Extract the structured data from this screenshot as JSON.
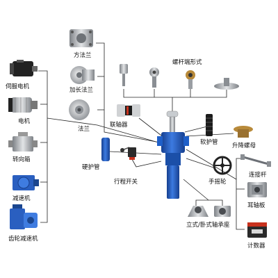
{
  "labels": {
    "square_flange": "方法兰",
    "extended_flange": "加长法兰",
    "flange": "法兰",
    "coupling": "联轴器",
    "protective_sleeve": "硬护管",
    "limit_switch": "行程开关",
    "servo_motor": "伺服电机",
    "motor": "电机",
    "reversing_box": "转向箱",
    "reducer": "减速机",
    "gear_reducer": "齿轮减速机",
    "screw_end_forms": "螺杆端形式",
    "bellows": "软护管",
    "lifting_nut": "升降螺母",
    "handwheel": "手摇轮",
    "connecting_rod": "连接杆",
    "ear_plate": "耳轴板",
    "bearing_seat": "立式/卧式轴承座",
    "counter": "计数器"
  },
  "colors": {
    "line": "#222222",
    "blue": "#1f5fc8",
    "blue_dark": "#163f8f",
    "steel": "#a9adb2",
    "steel_dark": "#6c7076",
    "brass": "#b88a3a",
    "black": "#1b1b1b",
    "red": "#c8321e"
  }
}
